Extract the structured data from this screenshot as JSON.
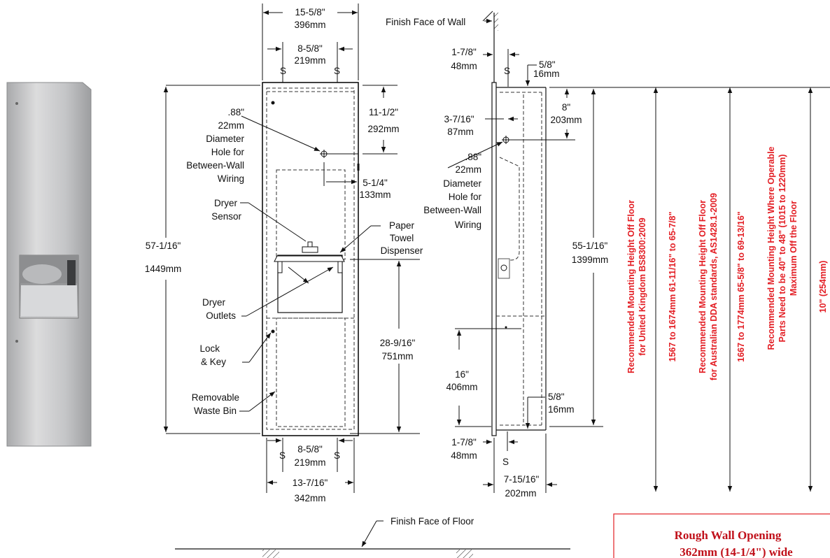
{
  "labels": {
    "finish_face_wall": "Finish Face of Wall",
    "finish_face_floor": "Finish Face of Floor",
    "s": "S",
    "dryer_sensor": [
      "Dryer",
      "Sensor"
    ],
    "paper_towel": [
      "Paper",
      "Towel",
      "Dispenser"
    ],
    "dryer_outlets": [
      "Dryer",
      "Outlets"
    ],
    "lock_key": [
      "Lock",
      "& Key"
    ],
    "waste_bin": [
      "Removable",
      "Waste Bin"
    ],
    "hole_front": [
      ".88\"",
      "22mm",
      "Diameter",
      "Hole for",
      "Between-Wall",
      "Wiring"
    ],
    "hole_side": [
      ".88\"",
      "22mm",
      "Diameter",
      "Hole for",
      "Between-Wall",
      "Wiring"
    ]
  },
  "dimensions": {
    "top_width": [
      "15-5/8\"",
      "396mm"
    ],
    "top_s": [
      "8-5/8\"",
      "219mm"
    ],
    "d_11_12": [
      "11-1/2\"",
      "292mm"
    ],
    "d_5_14": [
      "5-1/4\"",
      "133mm"
    ],
    "height": [
      "57-1/16\"",
      "1449mm"
    ],
    "d_28": [
      "28-9/16\"",
      "751mm"
    ],
    "bottom_s": [
      "8-5/8\"",
      "219mm"
    ],
    "bottom_width": [
      "13-7/16\"",
      "342mm"
    ],
    "side_1_78_top": [
      "1-7/8\"",
      "48mm"
    ],
    "side_58_top": [
      "5/8\"",
      "16mm"
    ],
    "side_3_716": [
      "3-7/16\"",
      "87mm"
    ],
    "side_8": [
      "8\"",
      "203mm"
    ],
    "side_55": [
      "55-1/16\"",
      "1399mm"
    ],
    "side_16": [
      "16\"",
      "406mm"
    ],
    "side_58_bot": [
      "5/8\"",
      "16mm"
    ],
    "side_1_78_bot": [
      "1-7/8\"",
      "48mm"
    ],
    "side_depth": [
      "7-15/16\"",
      "202mm"
    ]
  },
  "mounting": {
    "uk_title": [
      "Recommended Mounting Height Off Floor",
      "for United Kingdom BS8300:2009"
    ],
    "uk_range": "1567 to 1674mm     61-11/16\" to 65-7/8\"",
    "au_title": [
      "Recommended Mounting Height Off Floor",
      "for Australian DDA standards, AS1428.1-2009"
    ],
    "au_range": "1667 to 1774mm     65-5/8\" to 69-13/16\"",
    "op_title": [
      "Recommended Mounting Height Where Operable",
      "Parts Need to be 40\" to 48\" (1015 to 1220mm)",
      "Maximum Off the Floor"
    ],
    "op_range": "10\" (254mm)"
  },
  "rough_opening": [
    "Rough Wall Opening",
    "362mm (14-1/4\") wide"
  ],
  "colors": {
    "accent": "#e31e24",
    "note": "#c0101a",
    "line": "#111111"
  }
}
